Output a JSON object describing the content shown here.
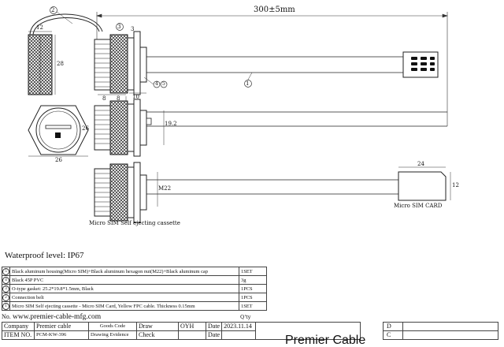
{
  "drawing": {
    "overall_length": "300±5mm",
    "balloon_top": "2",
    "balloon_nut": "3",
    "balloon_cable": "1",
    "balloon_gasket": "4",
    "balloon_pvc": "5",
    "dim_cap_width": "12",
    "dim_cap_height": "28",
    "dim_top_3": "3",
    "dim_8a": "8",
    "dim_8b": "8",
    "dim_10": "10",
    "dim_hex_26": "26",
    "dim_hex_26b": "26",
    "dim_19_2": "19.2",
    "dim_m22": "M22",
    "dim_card_24": "24",
    "dim_card_12": "12",
    "label_cassette": "Micro SIM Self ejecting cassette",
    "label_card": "Micro  SIM CARD"
  },
  "waterproof_level": "Waterproof level: IP67",
  "bom": [
    {
      "no": "5",
      "desc": "Black aluminum housing(Micro SIM)+Black aluminum hexagon nut(M22)+Black aluminum cap",
      "qty": "1SET"
    },
    {
      "no": "4",
      "desc": "Black 45P PVC",
      "qty": "3g"
    },
    {
      "no": "3",
      "desc": "O-type gasket: 25.2*19.8*1.5mm, Black",
      "qty": "1PCS"
    },
    {
      "no": "2",
      "desc": "Connection belt",
      "qty": "1PCS"
    },
    {
      "no": "1",
      "desc": "Micro SIM Self ejecting cassette - Micro SIM Card, Yellow FPC cable. Thickness 0.15mm",
      "qty": "1SET"
    }
  ],
  "website_no": "No.",
  "website": "www.premier-cable-mfg.com",
  "qty_label": "Q'ty",
  "title_block": {
    "company_label": "Company",
    "company": "Premier cable",
    "goods_code": "Goods Code",
    "draw_label": "Draw",
    "draw": "OYH",
    "date_label": "Date",
    "date": "2023.11.14",
    "item_label": "ITEM NO.",
    "item": "PCM-KW-396",
    "drawing_evidence": "Drawing Evidence",
    "check_label": "Check",
    "date_label2": "Date",
    "title": "Premier Cable"
  },
  "revisions": [
    "D",
    "C"
  ]
}
